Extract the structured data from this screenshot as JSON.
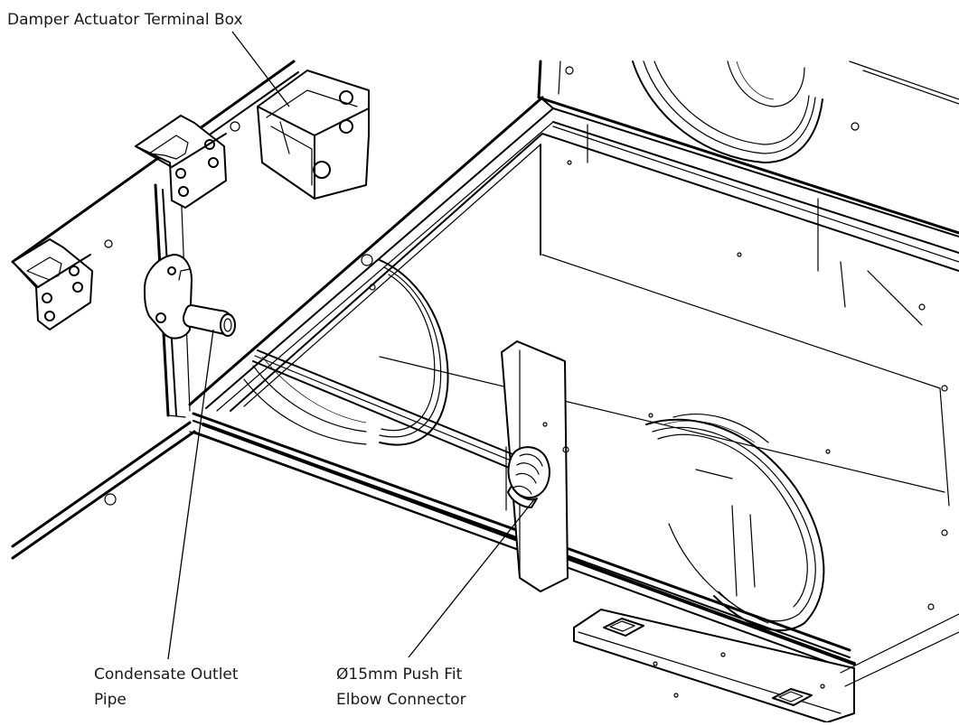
{
  "labels": {
    "terminal_box": "Damper Actuator Terminal Box",
    "condensate_line1": "Condensate Outlet",
    "condensate_line2": "Pipe",
    "connector_line1": "Ø15mm Push Fit",
    "connector_line2": "Elbow Connector"
  }
}
